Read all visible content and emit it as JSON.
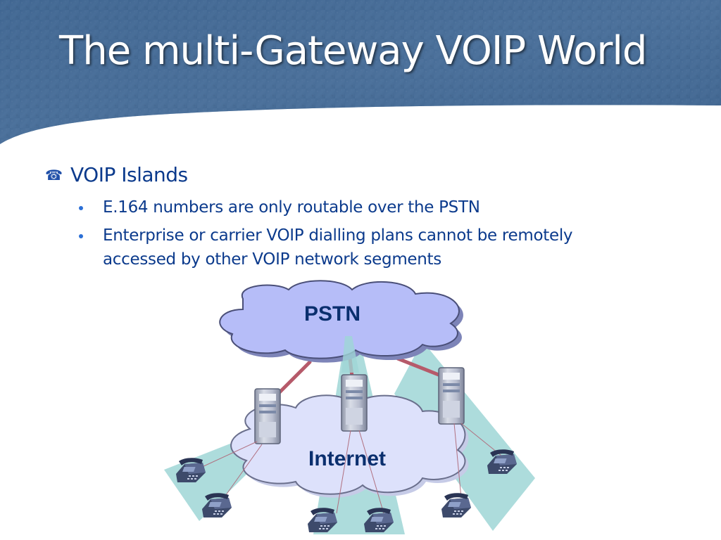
{
  "slide": {
    "title": "The multi-Gateway VOIP World",
    "header_color": "#466a93"
  },
  "bullets": {
    "level1": {
      "icon": "telephone-bullet-icon",
      "text": "VOIP Islands"
    },
    "level2": [
      {
        "text": "E.164 numbers are only routable over the PSTN"
      },
      {
        "text": "Enterprise or carrier VOIP dialling plans cannot be remotely accessed by other VOIP network segments"
      }
    ]
  },
  "diagram": {
    "pstn_cloud": {
      "label": "PSTN",
      "fill": "#b6bdf8"
    },
    "internet_cloud": {
      "label": "Internet",
      "fill": "#dde1fb"
    },
    "gateways": [
      "gateway-left",
      "gateway-center",
      "gateway-right"
    ],
    "phones": [
      "phone-1",
      "phone-2",
      "phone-3",
      "phone-4",
      "phone-5",
      "phone-6"
    ],
    "coverage_color": "#9fd6d6",
    "link_color": "#b65a6a"
  }
}
